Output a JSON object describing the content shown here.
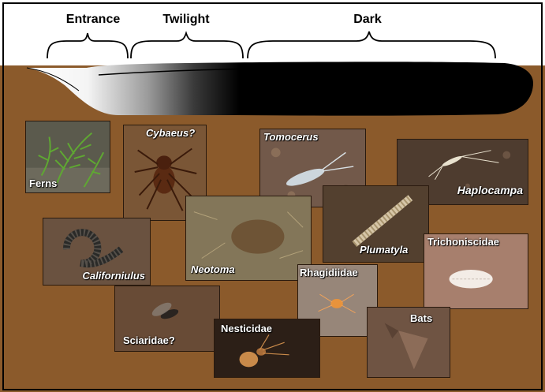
{
  "zones": {
    "entrance": "Entrance",
    "twilight": "Twilight",
    "dark": "Dark"
  },
  "organisms": {
    "ferns": "Ferns",
    "cybaeus": "Cybaeus?",
    "tomocerus": "Tomocerus",
    "haplocampa": "Haplocampa",
    "californiulus": "Californiulus",
    "neotoma": "Neotoma",
    "plumatyla": "Plumatyla",
    "trichoniscidae": "Trichoniscidae",
    "rhagidiidae": "Rhagidiidae",
    "sciaridae": "Sciaridae?",
    "nesticidae": "Nesticidae",
    "bats": "Bats"
  },
  "colors": {
    "soil": "#8b5a2b",
    "cave_dark": "#000000",
    "sky": "#ffffff"
  }
}
